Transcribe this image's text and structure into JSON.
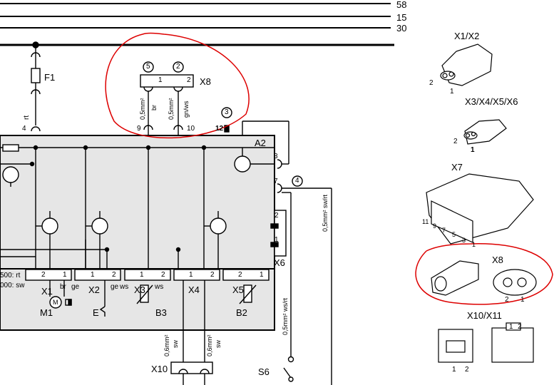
{
  "bus": {
    "top": "58",
    "mid": "15",
    "bot": "30"
  },
  "fuse": "F1",
  "wire_rt": "rt",
  "pin4": "4",
  "pin9": "9",
  "pin10": "10",
  "pin12": "12",
  "a2": "A2",
  "pin3": "3",
  "pin7": "7",
  "x6": {
    "label": "X6",
    "p2": "2",
    "p1": "1"
  },
  "x8": {
    "label": "X8",
    "p1": "1",
    "p2": "2",
    "circle5": "5",
    "circle2": "2",
    "circle3": "3",
    "w1_size": "0,5mm²",
    "w1_color": "br",
    "w2_size": "0,5mm²",
    "w2_color": "gn/ws"
  },
  "circle4": "4",
  "right_wires": {
    "sw_rt": "0,5mm² sw/rt",
    "ws_rt": "0,5mm² ws/rt"
  },
  "bottom_conn": [
    {
      "l": "2",
      "r": "1"
    },
    {
      "l": "1",
      "r": "2"
    },
    {
      "l": "1",
      "r": "2"
    },
    {
      "l": "1",
      "r": "2"
    },
    {
      "l": "2",
      "r": "1"
    }
  ],
  "wire_colors": {
    "br": "br",
    "ge1": "ge",
    "ge2": "ge",
    "ws1": "ws",
    "ws2": "ws"
  },
  "legend1": "500: rt",
  "legend2": "000: sw",
  "conn_x1": "X1",
  "conn_x2": "X2",
  "conn_x3": "X3",
  "conn_x4": "X4",
  "conn_x5": "X5",
  "m1": "M1",
  "motor_m": "M",
  "e": "E",
  "b3": "B3",
  "b2": "B2",
  "x10": {
    "label": "X10",
    "w1_size": "0,6mm²",
    "w1_color": "sw",
    "w2_size": "0,6mm²",
    "w2_color": "sw"
  },
  "s6": "S6",
  "side": {
    "x1x2": "X1/X2",
    "x1x2_p2": "2",
    "x1x2_p1": "1",
    "x3x6": "X3/X4/X5/X6",
    "x3x6_p2": "2",
    "x3x6_p1": "1",
    "x7": "X7",
    "x7_pins": [
      "11",
      "9",
      "7",
      "5",
      "3",
      "1"
    ],
    "x8": "X8",
    "x8_p2": "2",
    "x8_p1": "1",
    "x10x11": "X10/X11",
    "x10x11_p1": "1",
    "x10x11_p2": "2",
    "x10x11_b1": "1",
    "x10x11_b2": "2"
  }
}
